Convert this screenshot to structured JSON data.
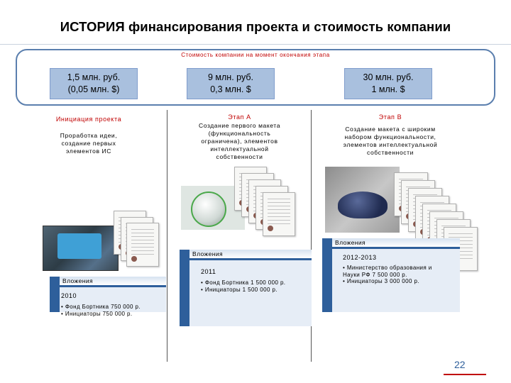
{
  "title": "ИСТОРИЯ финансирования проекта и стоимость компании",
  "stage_caption": "Стоимость компании на момент окончания этапа",
  "valuations": [
    {
      "line1": "1,5 млн. руб.",
      "line2": "(0,05 млн. $)"
    },
    {
      "line1": "9 млн. руб.",
      "line2": "0,3 млн. $"
    },
    {
      "line1": "30 млн. руб.",
      "line2": "1 млн. $"
    }
  ],
  "stages": [
    {
      "head": "Инициация проекта",
      "desc": [
        "Проработка идеи,",
        "создание первых",
        "элементов ИС"
      ]
    },
    {
      "head": "Этап А",
      "desc": [
        "Создание первого макета",
        "(функциональность",
        "ограничена), элементов",
        "интеллектуальной",
        "собственности"
      ]
    },
    {
      "head": "Этап В",
      "desc": [
        "Создание макета с широким",
        "набором функциональности,",
        "элементов интеллектуальной",
        "собственности"
      ]
    }
  ],
  "investments": [
    {
      "label": "Вложения",
      "year": "2010",
      "items": [
        "Фонд Бортника 750 000 р.",
        "Инициаторы 750 000 р."
      ]
    },
    {
      "label": "Вложения",
      "year": "2011",
      "items": [
        "Фонд Бортника 1 500 000 р.",
        "Инициаторы 1 500 000 р."
      ]
    },
    {
      "label": "Вложения",
      "year": "2012-2013",
      "items": [
        "Министерство образования и Науки РФ 7 500 000 р.",
        "Инициаторы 3 000 000 р."
      ]
    }
  ],
  "page_number": "22",
  "colors": {
    "accent_blue": "#2e5f9b",
    "box_fill": "#a9c0de",
    "red_text": "#c00000",
    "frame": "#5b7fae"
  }
}
